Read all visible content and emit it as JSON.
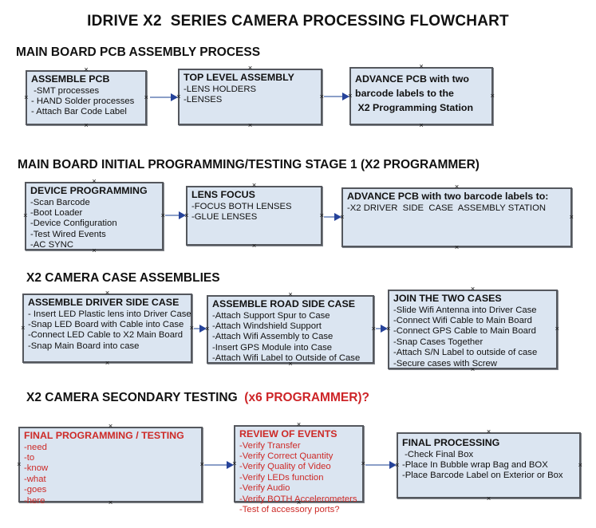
{
  "title": "IDRIVE X2  SERIES CAMERA PROCESSING FLOWCHART",
  "connector_handle_icon": "×",
  "colors": {
    "box_fill": "#dbe5f1",
    "box_border": "#54575d",
    "red_text": "#cd2a27",
    "arrow_line": "#8b9fc8",
    "arrow_head": "#26439a",
    "black_text": "#111111"
  },
  "sections": [
    {
      "heading": "MAIN BOARD PCB ASSEMBLY PROCESS",
      "boxes": [
        {
          "title": "ASSEMBLE PCB",
          "items": [
            " -SMT processes",
            "- HAND Solder processes",
            "- Attach Bar Code Label"
          ]
        },
        {
          "title": "TOP LEVEL ASSEMBLY",
          "items": [
            "-LENS HOLDERS",
            "-LENSES"
          ]
        },
        {
          "title": "",
          "items": [
            "ADVANCE PCB with two",
            "barcode labels to the",
            " X2 Programming Station"
          ]
        }
      ]
    },
    {
      "heading": "MAIN BOARD INITIAL PROGRAMMING/TESTING STAGE 1 (X2 PROGRAMMER)",
      "boxes": [
        {
          "title": "DEVICE PROGRAMMING",
          "items": [
            "-Scan Barcode",
            "-Boot Loader",
            "-Device Configuration",
            "-Test Wired Events",
            "-AC SYNC"
          ]
        },
        {
          "title": "LENS FOCUS",
          "items": [
            "-FOCUS BOTH LENSES",
            "-GLUE LENSES"
          ]
        },
        {
          "title": "ADVANCE PCB with two barcode labels to:",
          "items": [
            "-X2 DRIVER  SIDE  CASE  ASSEMBLY STATION"
          ]
        }
      ]
    },
    {
      "heading": "X2 CAMERA CASE ASSEMBLIES",
      "boxes": [
        {
          "title": "ASSEMBLE DRIVER SIDE CASE",
          "items": [
            "- Insert LED Plastic lens into Driver Case",
            "-Snap LED Board with Cable into Case",
            "-Connect LED Cable to X2 Main Board",
            "-Snap Main Board into case"
          ]
        },
        {
          "title": "ASSEMBLE ROAD SIDE CASE",
          "items": [
            "-Attach Support Spur to Case",
            "-Attach Windshield Support",
            "-Attach Wifi Assembly to Case",
            "-Insert GPS Module into Case",
            "-Attach Wifi Label to Outside of Case"
          ]
        },
        {
          "title": "JOIN THE TWO CASES",
          "items": [
            "-Slide Wifi Antenna into Driver Case",
            "-Connect Wifi Cable to Main Board",
            "-Connect GPS Cable to Main Board",
            "-Snap Cases Together",
            "-Attach S/N Label to outside of case",
            "-Secure cases with Screw"
          ]
        }
      ]
    },
    {
      "heading": "X2 CAMERA SECONDARY TESTING  ",
      "heading_red": "(x6 PROGRAMMER)?",
      "boxes": [
        {
          "title": "FINAL PROGRAMMING / TESTING",
          "items": [
            "-need",
            "-to",
            "-know",
            "-what",
            "-goes",
            "-here"
          ]
        },
        {
          "title": "REVIEW OF EVENTS",
          "items": [
            "-Verify Transfer",
            "-Verify Correct Quantity",
            "-Verify Quality of Video",
            "-Verify LEDs function",
            "-Verify Audio",
            "-Verify BOTH Accelerometers",
            "-Test of accessory ports?"
          ]
        },
        {
          "title": "FINAL PROCESSING",
          "items": [
            " -Check Final Box",
            "-Place In Bubble wrap Bag and BOX",
            "-Place Barcode Label on Exterior or Box"
          ]
        }
      ]
    }
  ]
}
